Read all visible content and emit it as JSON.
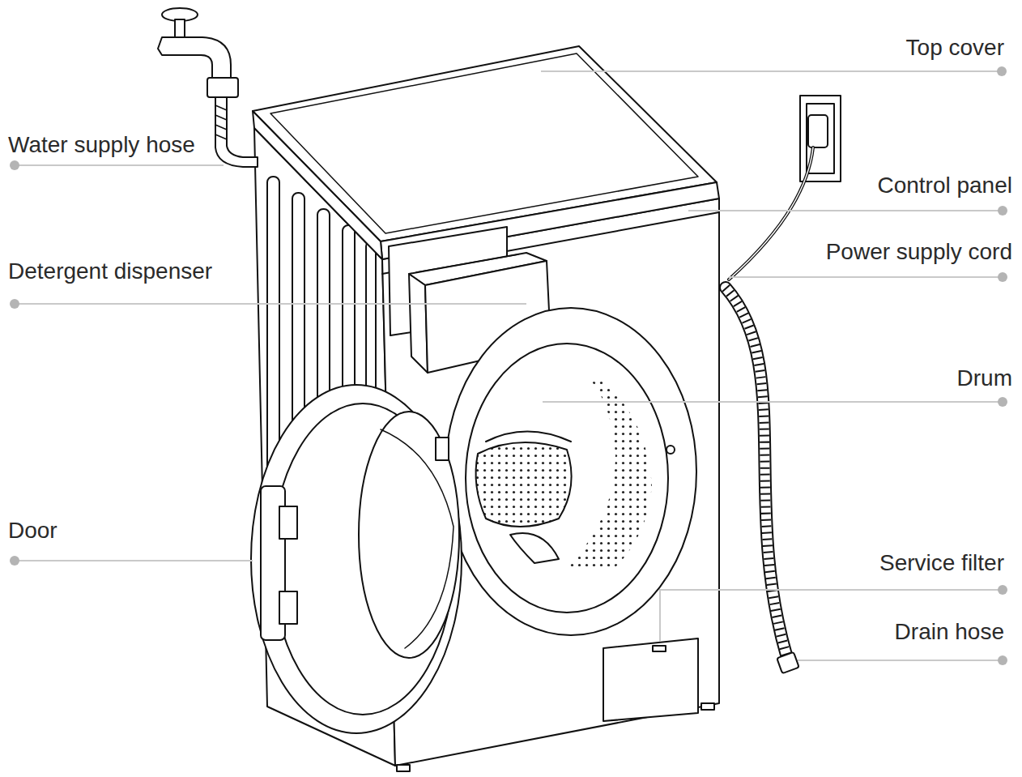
{
  "diagram": {
    "labels": [
      "Top cover",
      "Water supply hose",
      "Control panel",
      "Power supply cord",
      "Detergent dispenser",
      "Drum",
      "Door",
      "Service filter",
      "Drain hose"
    ]
  }
}
